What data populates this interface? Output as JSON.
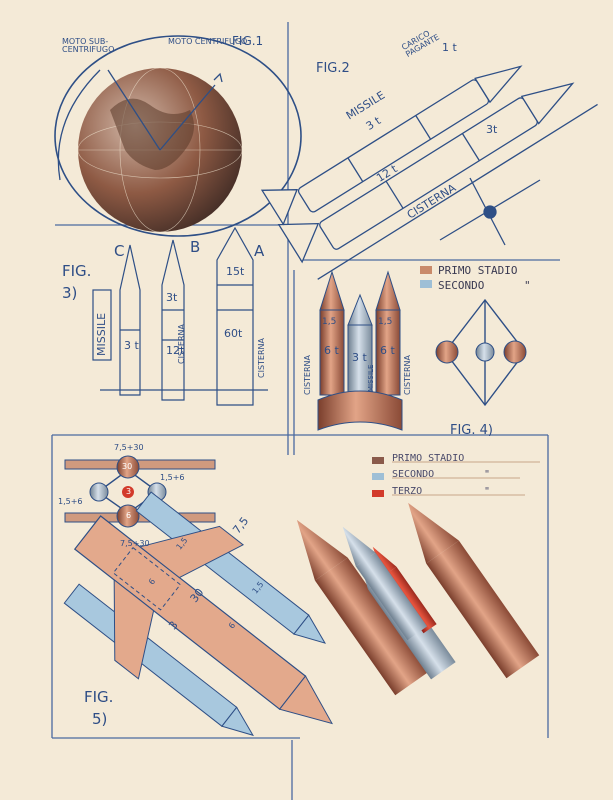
{
  "fig1": {
    "title": "FIG.1",
    "label_sub": "MOTO SUB-CENTRIFUGO",
    "label_centri": "MOTO CENTRIFUGO"
  },
  "fig2": {
    "title": "FIG.2",
    "missile": "MISSILE",
    "payload": "CARICO PAGANTE",
    "payload_mass": "1 t",
    "stage_top": "3 t",
    "stage_mid": "12 t",
    "side_mass": "3t",
    "tank": "CISTERNA"
  },
  "fig3": {
    "title": "FIG.",
    "number": "3)",
    "col_c": "C",
    "col_b": "B",
    "col_a": "A",
    "missile": "MISSILE",
    "c_mass": "3 t",
    "b_top": "3t",
    "b_mid": "12t",
    "a_top": "15t",
    "a_mid": "60t",
    "tank_b": "CISTERNA",
    "tank_a": "CISTERNA"
  },
  "fig4": {
    "title": "FIG. 4)",
    "legend_primo": "PRIMO STADIO",
    "legend_secondo": "SECONDO",
    "legend_mark": "\"",
    "left_top": "1,5",
    "left_mid": "6 t",
    "center_mid": "3 t",
    "right_top": "1,5",
    "right_mid": "6 t",
    "tank_left": "CISTERNA",
    "tank_right": "CISTERNA",
    "missile": "MISSILE"
  },
  "fig5": {
    "title": "FIG.",
    "number": "5)",
    "legend_primo": "PRIMO STADIO",
    "legend_secondo": "SECONDO",
    "legend_terzo": "TERZO",
    "legend_mark": "\"",
    "top_label": "7,5+30",
    "side_label_a": "1,5+6",
    "side_label_b": "1,5+6",
    "bottom_label": "7,5+30",
    "center_val": "3",
    "ring_top": "30",
    "ring_b": "6",
    "big_top": "7,5",
    "big_mid": "30",
    "big_low": "3",
    "small_1": "1,5",
    "small_2": "6",
    "small_3": "1,5",
    "small_4": "6"
  },
  "colors": {
    "paper": "#f4ead7",
    "ink": "#2e4f86",
    "primo": "#c98a6a",
    "secondo": "#9ebfd6",
    "terzo": "#d23a2a"
  }
}
